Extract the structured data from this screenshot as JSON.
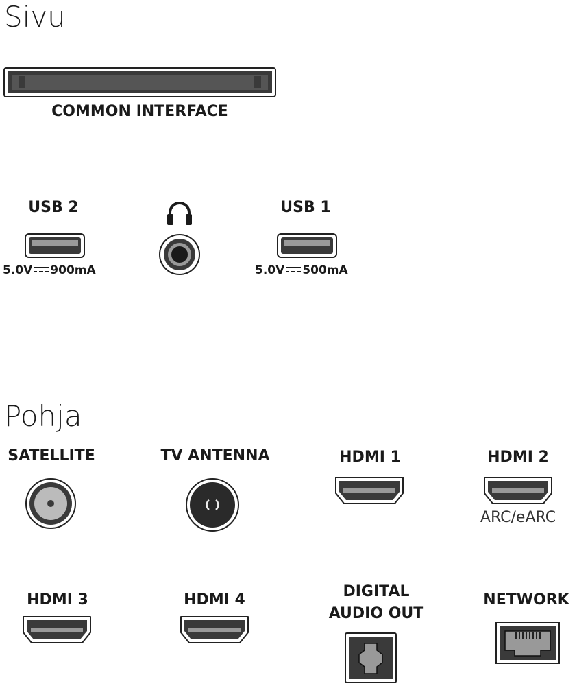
{
  "sections": {
    "side": {
      "title": "Sivu",
      "common_interface": {
        "label": "COMMON INTERFACE"
      },
      "usb2": {
        "label": "USB 2",
        "spec_voltage": "5.0V",
        "spec_current": "900mA"
      },
      "headphone": {
        "icon": "headphones-icon"
      },
      "usb1": {
        "label": "USB 1",
        "spec_voltage": "5.0V",
        "spec_current": "500mA"
      }
    },
    "bottom": {
      "title": "Pohja",
      "satellite": {
        "label": "SATELLITE"
      },
      "tv_antenna": {
        "label": "TV ANTENNA"
      },
      "hdmi1": {
        "label": "HDMI 1"
      },
      "hdmi2": {
        "label": "HDMI 2",
        "sublabel": "ARC/eARC"
      },
      "hdmi3": {
        "label": "HDMI 3"
      },
      "hdmi4": {
        "label": "HDMI 4"
      },
      "digital_audio_out": {
        "label_line1": "DIGITAL",
        "label_line2": "AUDIO OUT"
      },
      "network": {
        "label": "NETWORK"
      }
    }
  }
}
